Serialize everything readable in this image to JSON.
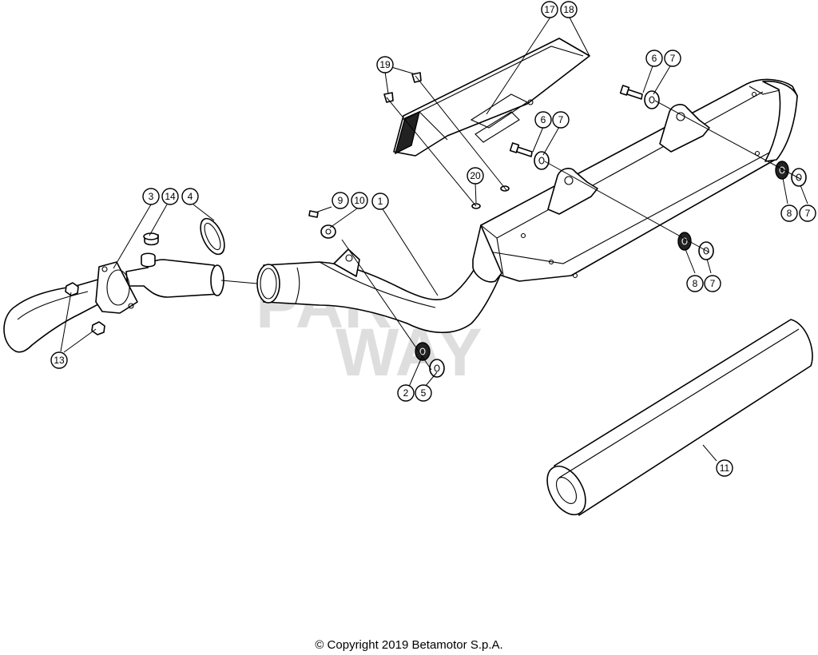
{
  "callouts": [
    {
      "n": "1"
    },
    {
      "n": "2"
    },
    {
      "n": "3"
    },
    {
      "n": "4"
    },
    {
      "n": "5"
    },
    {
      "n": "6"
    },
    {
      "n": "7"
    },
    {
      "n": "6"
    },
    {
      "n": "7"
    },
    {
      "n": "8"
    },
    {
      "n": "7"
    },
    {
      "n": "8"
    },
    {
      "n": "7"
    },
    {
      "n": "9"
    },
    {
      "n": "10"
    },
    {
      "n": "11"
    },
    {
      "n": "13"
    },
    {
      "n": "14"
    },
    {
      "n": "17"
    },
    {
      "n": "18"
    },
    {
      "n": "19"
    },
    {
      "n": "20"
    }
  ],
  "watermark": {
    "line1": "PAR",
    "line2": "WAY"
  },
  "copyright": "© Copyright 2019 Betamotor S.p.A.",
  "colors": {
    "line": "#000000",
    "background": "#ffffff",
    "watermark": "#d4d4d4"
  }
}
